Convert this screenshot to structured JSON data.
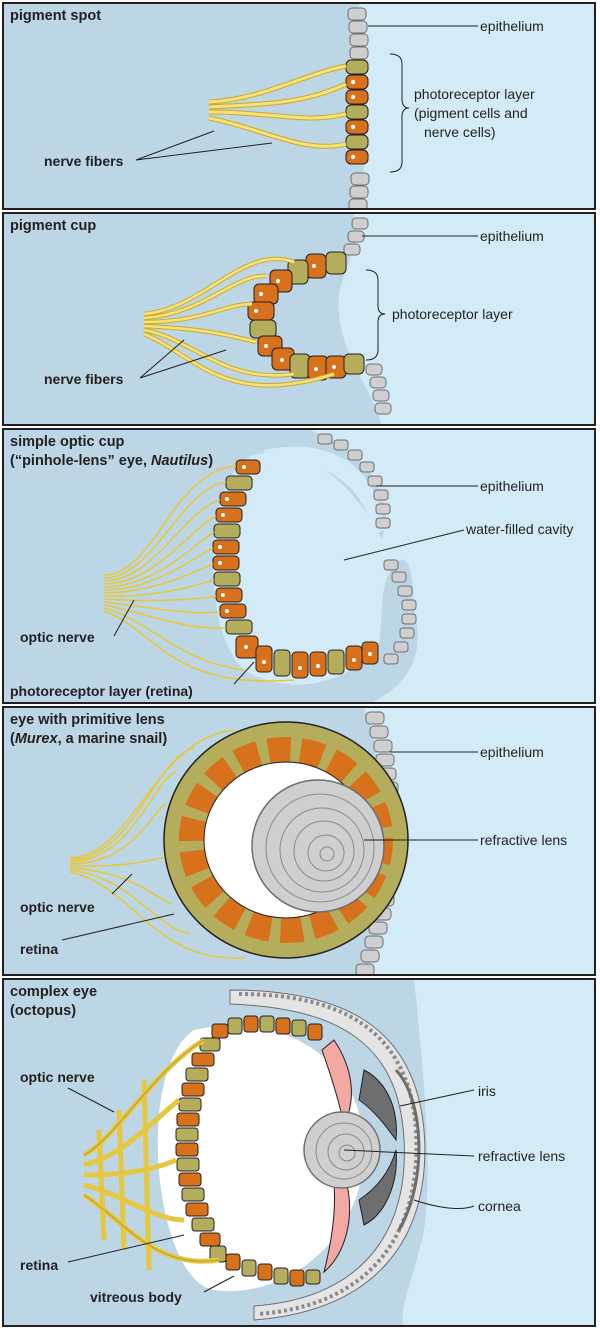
{
  "panels": [
    {
      "title": [
        "pigment spot"
      ],
      "labels": {
        "epithelium": "epithelium",
        "photoreceptor": [
          "photoreceptor layer",
          "(pigment cells and",
          "nerve cells)"
        ],
        "nerve": "nerve fibers"
      }
    },
    {
      "title": [
        "pigment cup"
      ],
      "labels": {
        "epithelium": "epithelium",
        "photoreceptor": "photoreceptor layer",
        "nerve": "nerve fibers"
      }
    },
    {
      "title": [
        "simple optic cup",
        "(“pinhole-lens” eye, ",
        "Nautilus",
        ")"
      ],
      "labels": {
        "epithelium": "epithelium",
        "cavity": "water-filled cavity",
        "nerve": "optic nerve",
        "retina": "photoreceptor layer (retina)"
      }
    },
    {
      "title": [
        "eye with primitive lens",
        "Murex",
        ", a marine snail)"
      ],
      "labels": {
        "epithelium": "epithelium",
        "lens": "refractive lens",
        "nerve": "optic nerve",
        "retina": "retina"
      }
    },
    {
      "title": [
        "complex eye",
        "(octopus)"
      ],
      "labels": {
        "nerve": "optic nerve",
        "iris": "iris",
        "lens": "refractive lens",
        "cornea": "cornea",
        "retina": "retina",
        "vitreous": "vitreous body"
      }
    }
  ],
  "colors": {
    "water": "#d2ebf7",
    "tissue": "#bcd6e6",
    "photoreceptor": "#d8711c",
    "pigment": "#b4ad5b",
    "nerve": "#f6e27a",
    "epithelium": "#cfcfcf"
  }
}
